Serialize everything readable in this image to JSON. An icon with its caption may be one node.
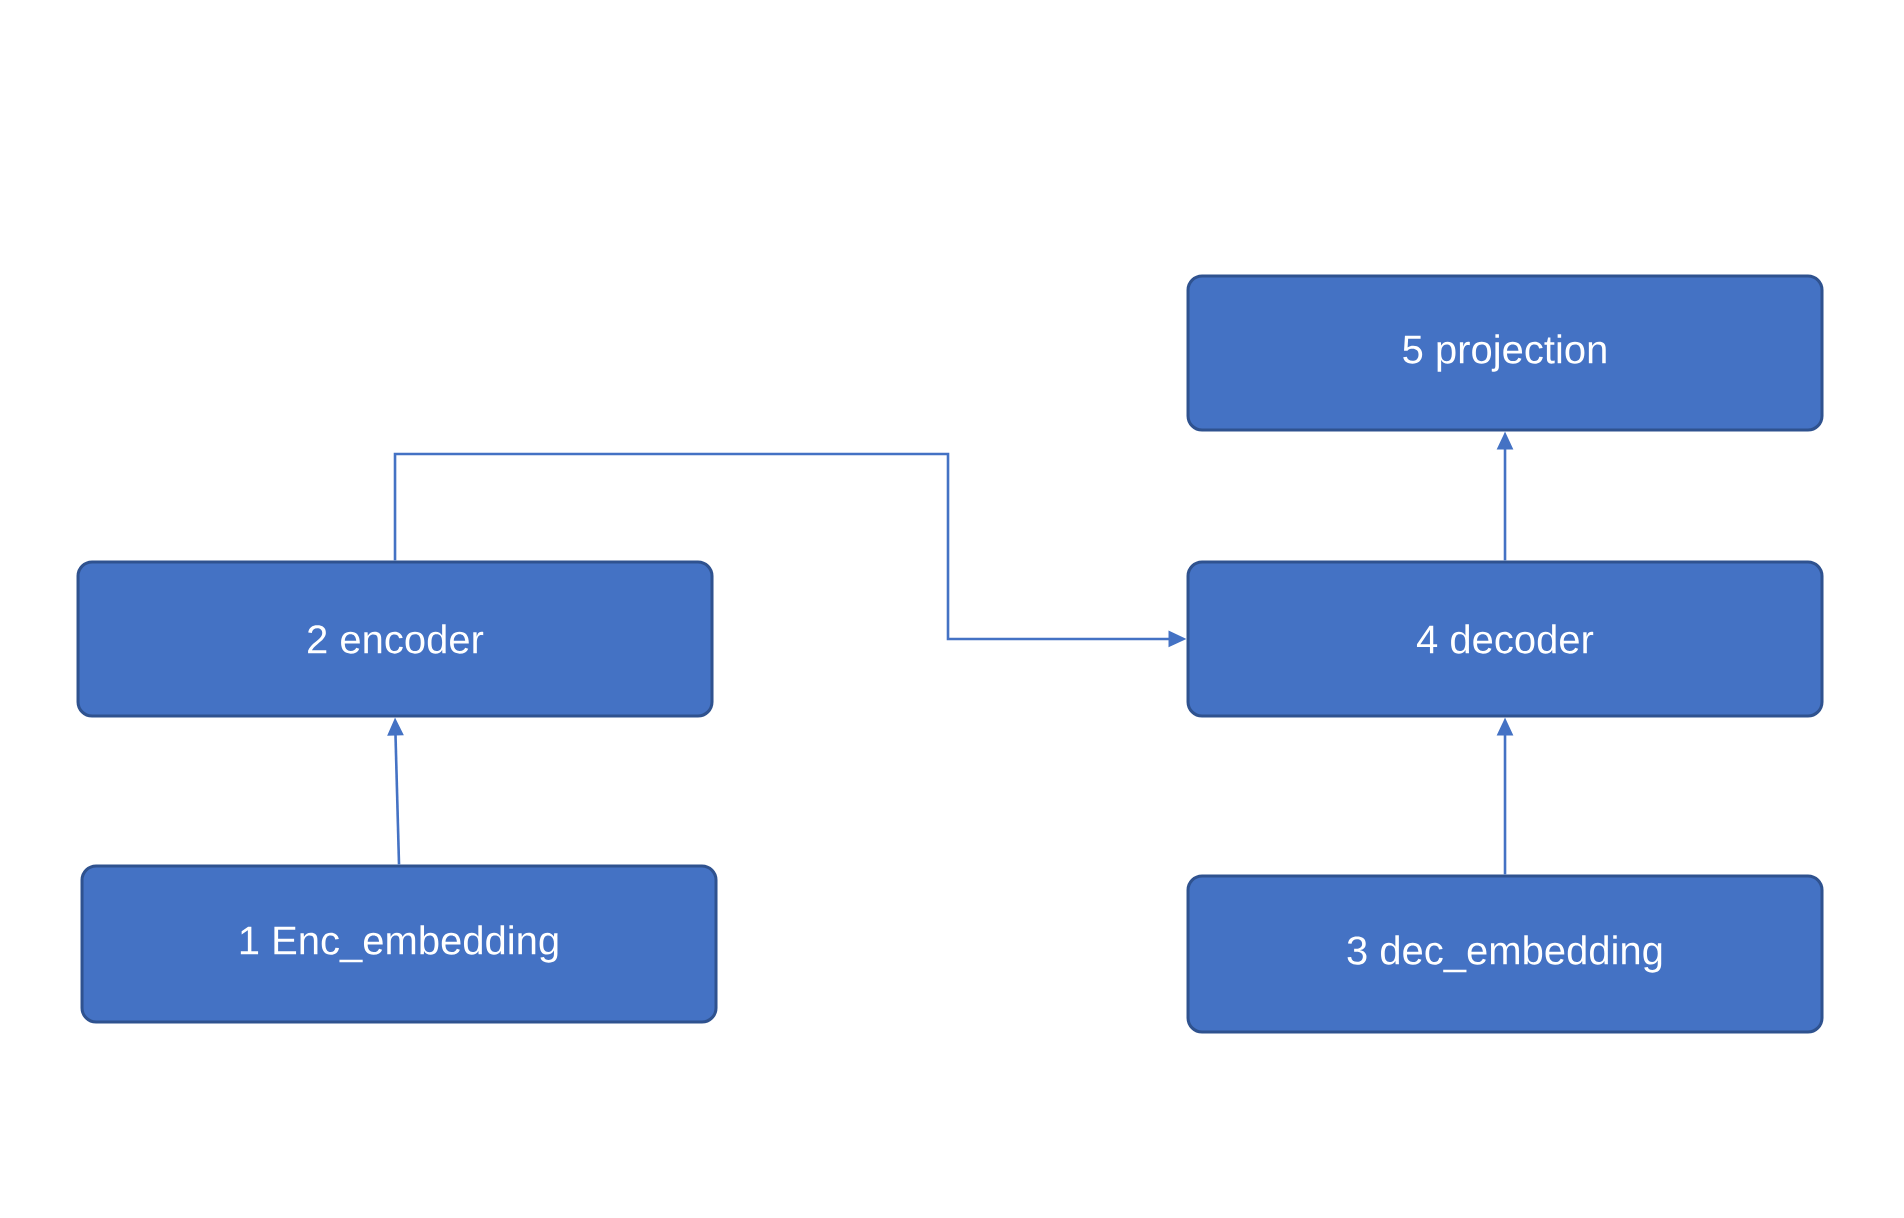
{
  "diagram": {
    "nodes": [
      {
        "text": [
          "1 Enc_embedding"
        ]
      },
      {
        "text": [
          "2 encoder"
        ]
      },
      {
        "text": [
          "3 dec_embedding"
        ]
      },
      {
        "text": [
          "4 decoder"
        ]
      },
      {
        "text": [
          "5 projection"
        ]
      }
    ],
    "edges": [
      {
        "from": 0,
        "to": 1,
        "arrow": "to"
      },
      {
        "from": 1,
        "to": 3,
        "arrow": "to"
      },
      {
        "from": 2,
        "to": 3,
        "arrow": "to"
      },
      {
        "from": 3,
        "to": 4,
        "arrow": "to"
      }
    ]
  }
}
